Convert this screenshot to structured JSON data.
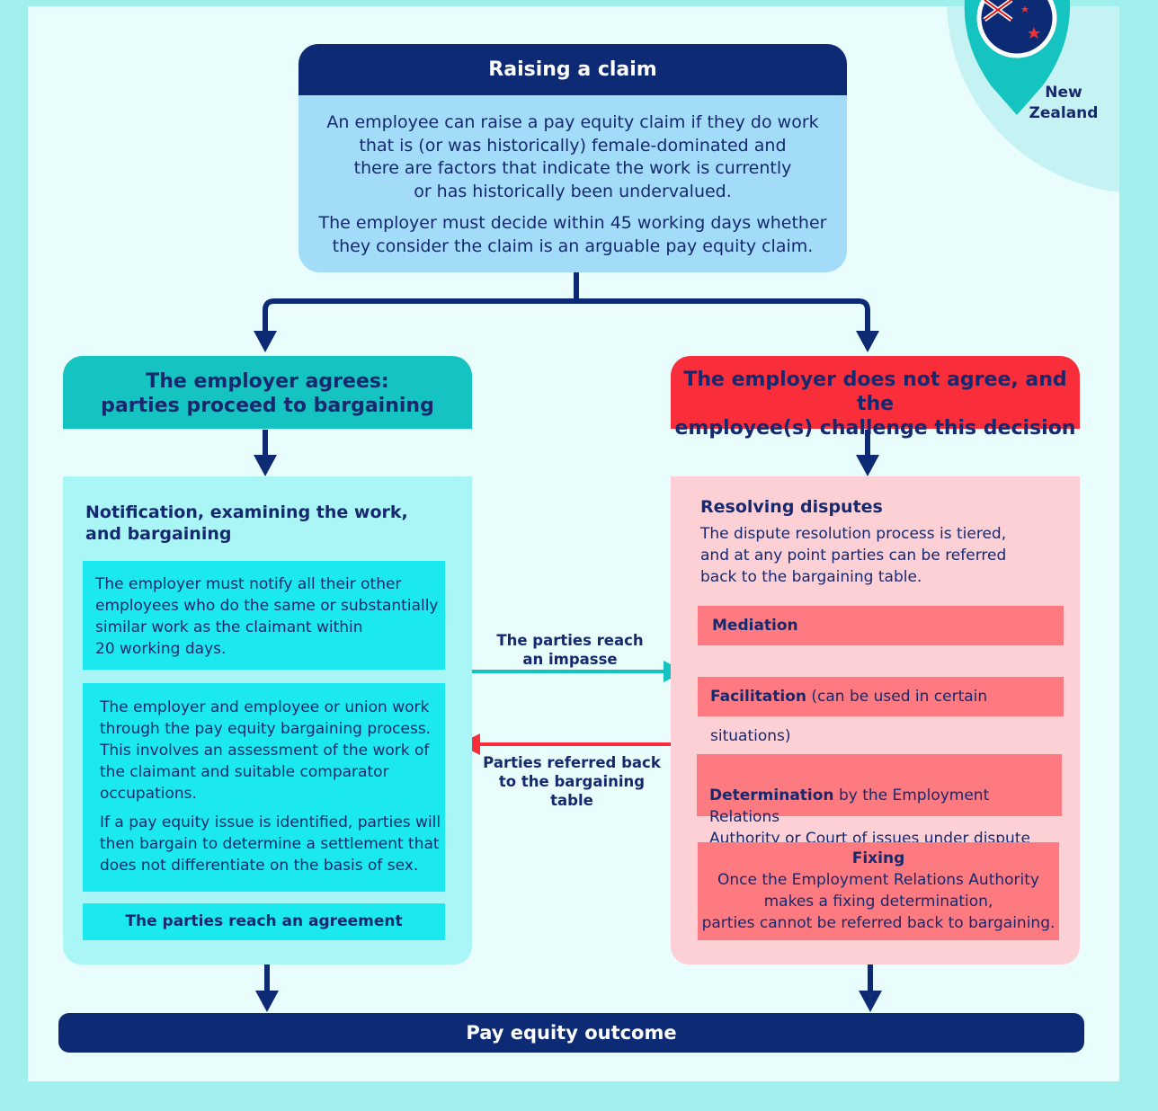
{
  "claim": {
    "title": "Raising a claim",
    "para1": "An employee can raise a pay equity claim if they do work\nthat is (or was historically) female-dominated and\nthere are factors that indicate the work is currently\nor has historically been undervalued.",
    "para2": "The employer must decide within 45 working days whether\nthey consider the claim is an arguable pay equity claim."
  },
  "badge": {
    "label": "New\nZealand",
    "icon": "new-zealand-flag-pin-icon"
  },
  "agree": {
    "title": "The employer agrees:\nparties proceed to bargaining",
    "section_title": "Notification, examining the work,\nand bargaining",
    "box1": "The employer must notify all their other\nemployees who do the same or substantially\nsimilar work as the claimant within\n20 working days.",
    "box2_p1": "The employer and employee or union work\nthrough the pay equity bargaining process.\nThis involves an assessment of the work of\nthe claimant and suitable comparator\noccupations.",
    "box2_p2": "If a pay equity issue is identified, parties will\nthen bargain to determine a settlement that\ndoes not differentiate on the basis of sex.",
    "agreement": "The parties reach an agreement"
  },
  "disagree": {
    "title": "The employer does not agree, and the\nemployee(s) challenge this decision",
    "section_title": "Resolving disputes",
    "intro": "The dispute resolution process is tiered,\nand at any point parties can be referred\nback to the bargaining table.",
    "mediation": "Mediation",
    "facilitation_bold": "Facilitation",
    "facilitation_rest": " (can be used in certain situations)",
    "determination_bold": "Determination",
    "determination_rest": " by the Employment Relations\nAuthority or Court of issues under dispute",
    "fixing_title": "Fixing",
    "fixing_text": "Once the Employment Relations Authority\nmakes a fixing determination,\nparties cannot be referred back to bargaining."
  },
  "middle": {
    "impasse": "The parties reach\nan impasse",
    "referred": "Parties referred back\nto the bargaining\ntable"
  },
  "outcome": "Pay equity outcome",
  "colors": {
    "navy": "#0d2a74",
    "teal": "#15c4c0",
    "cyan": "#1ce8f0",
    "red": "#fa2d3a",
    "salmon": "#fd7b80",
    "light_blue": "#a3dcf8"
  }
}
